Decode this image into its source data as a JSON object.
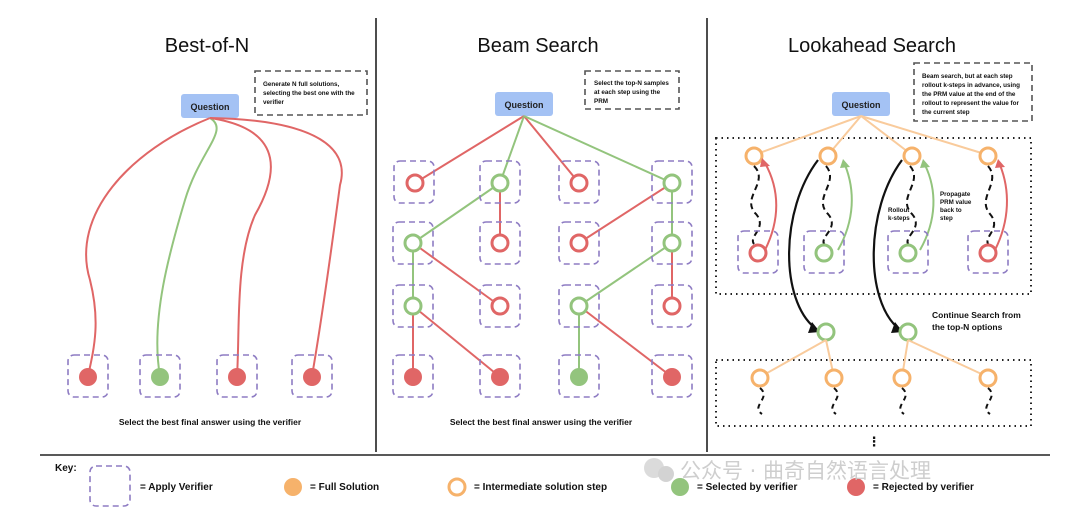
{
  "panels": {
    "best_of_n": {
      "title": "Best-of-N",
      "question": "Question",
      "note": [
        "Generate N full solutions,",
        "selecting the best one with the",
        "verifier"
      ],
      "caption": "Select the best final answer using the verifier"
    },
    "beam_search": {
      "title": "Beam Search",
      "question": "Question",
      "note": [
        "Select the top-N samples",
        "at each step using the",
        "PRM"
      ],
      "caption": "Select the best final answer using the verifier"
    },
    "lookahead": {
      "title": "Lookahead Search",
      "question": "Question",
      "note": [
        "Beam search, but at each step",
        "rollout k-steps in advance, using",
        "the PRM value at the end of the",
        "rollout to represent the value for",
        "the current step"
      ],
      "rollout_label": [
        "Rollout",
        "k-steps"
      ],
      "propagate_label": [
        "Propagate",
        "PRM value",
        "back to",
        "step"
      ],
      "continue_label": [
        "Continue Search from",
        "the top-N options"
      ],
      "ellipsis": "⋮"
    }
  },
  "key": {
    "title": "Key:",
    "apply_verifier": "= Apply Verifier",
    "full_solution": "= Full Solution",
    "intermediate_step": "= Intermediate solution step",
    "selected": "= Selected by verifier",
    "rejected": "= Rejected by verifier"
  },
  "watermark": "公众号 · 曲奇自然语言处理",
  "colors": {
    "red": "#e06666",
    "green": "#93c47d",
    "orange": "#f6b26b",
    "orange_line": "#f9cb9c",
    "question_box": "#a4c2f4",
    "verifier_dash": "#8e7cc3"
  }
}
